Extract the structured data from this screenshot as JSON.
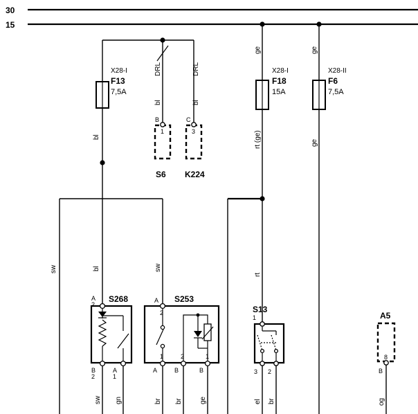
{
  "buses": [
    {
      "id": "bus-30",
      "label": "30"
    },
    {
      "id": "bus-15",
      "label": "15"
    }
  ],
  "fuses": [
    {
      "id": "f13",
      "name": "F13",
      "rating": "7,5A",
      "connector": "X28-I"
    },
    {
      "id": "f18",
      "name": "F18",
      "rating": "15A",
      "connector": "X28-I"
    },
    {
      "id": "f6",
      "name": "F6",
      "rating": "7,5A",
      "connector": "X28-II"
    }
  ],
  "components": {
    "s6": "S6",
    "k224": "K224",
    "s268": "S268",
    "s253": "S253",
    "s13": "S13",
    "a5": "A5"
  },
  "wire_labels": {
    "drl_strike": "DRL",
    "drl": "DRL",
    "bl_s6": "bl",
    "bl_k224": "bl",
    "bl_f13": "bl",
    "ge_f18_top": "ge",
    "ge_f6_top": "ge",
    "rt_ge": "rt (ge)",
    "ge_f6": "ge",
    "sw_left": "sw",
    "bl_mid": "bl",
    "sw_mid": "sw",
    "rt_mid": "rt",
    "bot_sw": "sw",
    "bot_gn": "gn",
    "bot_br1": "br",
    "bot_br2": "br",
    "bot_ge": "ge",
    "bot_el": "el",
    "bot_br3": "br",
    "bot_og": "og"
  },
  "pins": {
    "s6_letter": "B",
    "s6_num": "1",
    "k224_letter": "C",
    "k224_num": "3",
    "s268_a": "A",
    "s268_a2": "2",
    "s268_b": "B",
    "s268_b2": "2",
    "s268_a_bot": "A",
    "s268_1": "1",
    "s253_a_top": "A",
    "s253_2_top": "2",
    "s253_1": "1",
    "s253_2": "2",
    "s253_3": "1",
    "s253_a": "A",
    "s253_b1": "B",
    "s253_b2": "B",
    "s13_1": "1",
    "s13_3": "3",
    "s13_2": "2",
    "a5_8": "8",
    "a5_b": "B"
  }
}
